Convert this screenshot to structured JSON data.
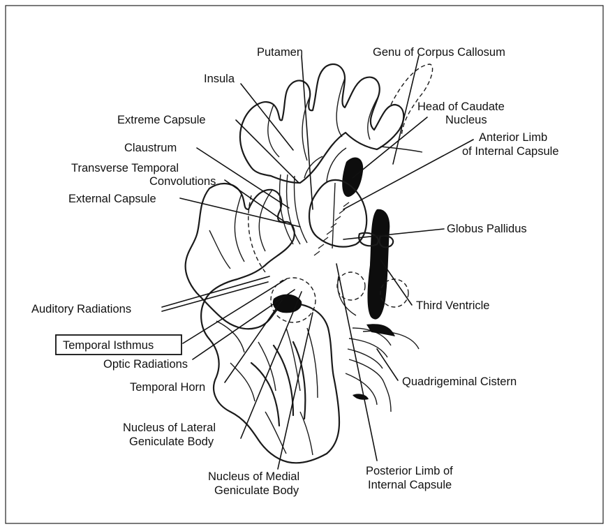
{
  "labels": {
    "putamen": "Putamen",
    "genu": "Genu of Corpus Callosum",
    "insula": "Insula",
    "head_caudate_1": "Head of Caudate",
    "head_caudate_2": "Nucleus",
    "extreme_capsule": "Extreme Capsule",
    "ant_limb_1": "Anterior Limb",
    "ant_limb_2": "of Internal Capsule",
    "claustrum": "Claustrum",
    "transverse_1": "Transverse Temporal",
    "transverse_2": "Convolutions",
    "external_capsule": "External Capsule",
    "globus_pallidus": "Globus Pallidus",
    "auditory_radiations": "Auditory Radiations",
    "third_ventricle": "Third Ventricle",
    "temporal_isthmus": "Temporal Isthmus",
    "optic_radiations": "Optic Radiations",
    "temporal_horn": "Temporal Horn",
    "quadrigeminal_cistern": "Quadrigeminal Cistern",
    "lateral_gen_1": "Nucleus of Lateral",
    "lateral_gen_2": "Geniculate Body",
    "medial_gen_1": "Nucleus of Medial",
    "medial_gen_2": "Geniculate Body",
    "post_limb_1": "Posterior Limb of",
    "post_limb_2": "Internal Capsule"
  }
}
